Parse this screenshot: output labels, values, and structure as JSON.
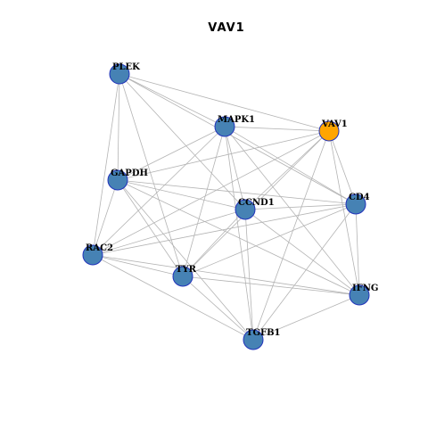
{
  "title": "VAV1",
  "colors": {
    "node_default": "#4682b4",
    "node_highlight": "#ffa500",
    "node_border": "#2233bb",
    "edge": "#b4b4b4"
  },
  "nodes": [
    {
      "id": "PLEK",
      "label": "PLEK",
      "highlight": false
    },
    {
      "id": "MAPK1",
      "label": "MAPK1",
      "highlight": false
    },
    {
      "id": "VAV1",
      "label": "VAV1",
      "highlight": true
    },
    {
      "id": "GAPDH",
      "label": "GAPDH",
      "highlight": false
    },
    {
      "id": "CCND1",
      "label": "CCND1",
      "highlight": false
    },
    {
      "id": "CD4",
      "label": "CD4",
      "highlight": false
    },
    {
      "id": "RAC2",
      "label": "RAC2",
      "highlight": false
    },
    {
      "id": "TYR",
      "label": "TYR",
      "highlight": false
    },
    {
      "id": "IFNG",
      "label": "IFNG",
      "highlight": false
    },
    {
      "id": "TGFB1",
      "label": "TGFB1",
      "highlight": false
    }
  ],
  "edges": [
    [
      "PLEK",
      "MAPK1"
    ],
    [
      "PLEK",
      "VAV1"
    ],
    [
      "PLEK",
      "GAPDH"
    ],
    [
      "PLEK",
      "RAC2"
    ],
    [
      "PLEK",
      "TYR"
    ],
    [
      "PLEK",
      "CCND1"
    ],
    [
      "PLEK",
      "CD4"
    ],
    [
      "MAPK1",
      "VAV1"
    ],
    [
      "MAPK1",
      "GAPDH"
    ],
    [
      "MAPK1",
      "CCND1"
    ],
    [
      "MAPK1",
      "CD4"
    ],
    [
      "MAPK1",
      "RAC2"
    ],
    [
      "MAPK1",
      "TYR"
    ],
    [
      "MAPK1",
      "IFNG"
    ],
    [
      "MAPK1",
      "TGFB1"
    ],
    [
      "VAV1",
      "GAPDH"
    ],
    [
      "VAV1",
      "CCND1"
    ],
    [
      "VAV1",
      "CD4"
    ],
    [
      "VAV1",
      "RAC2"
    ],
    [
      "VAV1",
      "TYR"
    ],
    [
      "VAV1",
      "IFNG"
    ],
    [
      "VAV1",
      "TGFB1"
    ],
    [
      "GAPDH",
      "CCND1"
    ],
    [
      "GAPDH",
      "CD4"
    ],
    [
      "GAPDH",
      "RAC2"
    ],
    [
      "GAPDH",
      "TYR"
    ],
    [
      "GAPDH",
      "TGFB1"
    ],
    [
      "GAPDH",
      "IFNG"
    ],
    [
      "CCND1",
      "CD4"
    ],
    [
      "CCND1",
      "RAC2"
    ],
    [
      "CCND1",
      "TYR"
    ],
    [
      "CCND1",
      "IFNG"
    ],
    [
      "CCND1",
      "TGFB1"
    ],
    [
      "CD4",
      "RAC2"
    ],
    [
      "CD4",
      "TYR"
    ],
    [
      "CD4",
      "IFNG"
    ],
    [
      "CD4",
      "TGFB1"
    ],
    [
      "RAC2",
      "TYR"
    ],
    [
      "RAC2",
      "TGFB1"
    ],
    [
      "RAC2",
      "IFNG"
    ],
    [
      "TYR",
      "TGFB1"
    ],
    [
      "TYR",
      "IFNG"
    ],
    [
      "IFNG",
      "TGFB1"
    ]
  ]
}
